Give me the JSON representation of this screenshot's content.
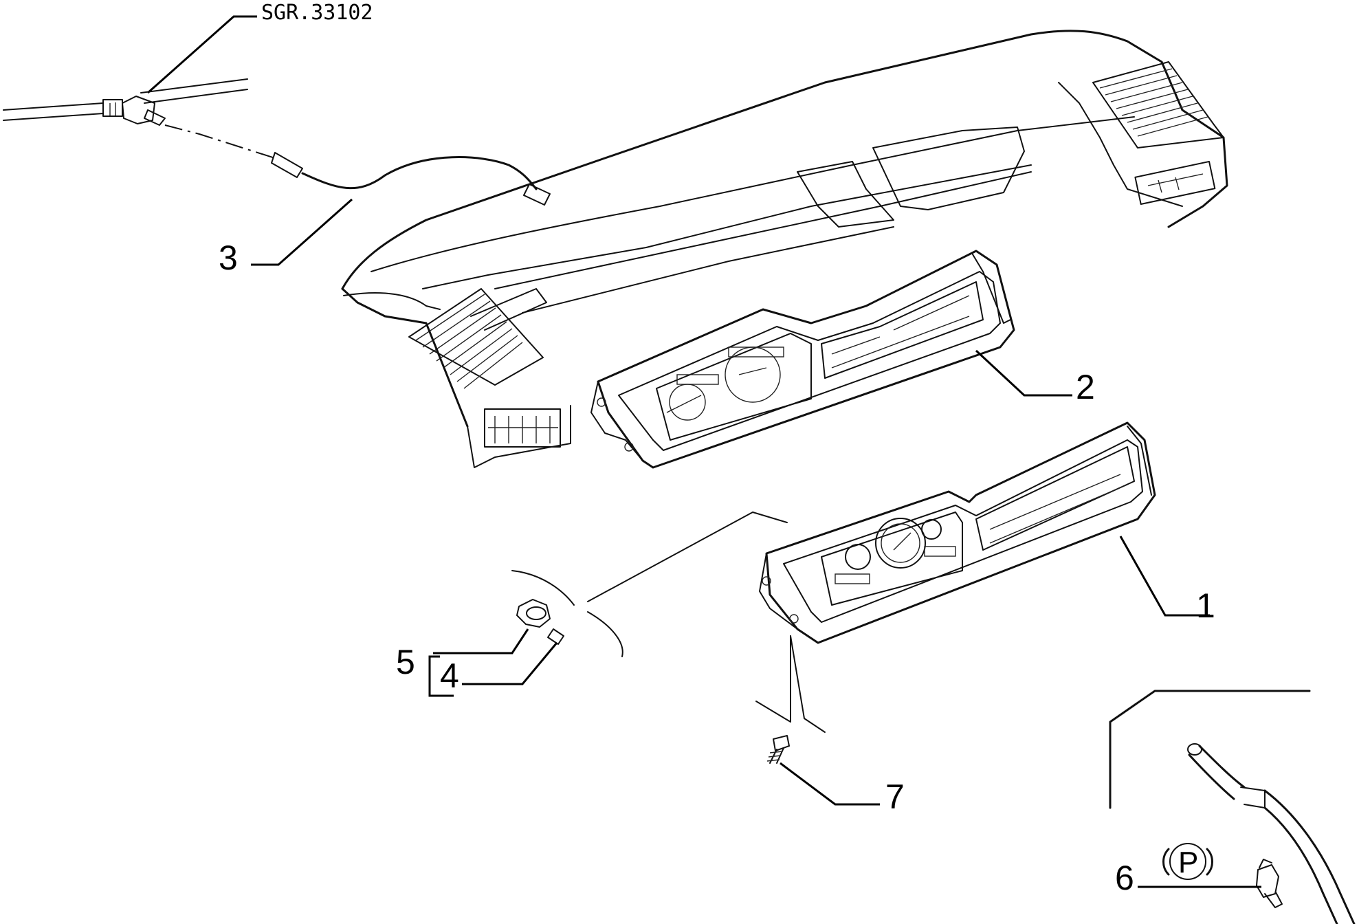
{
  "diagram": {
    "reference_code": "SGR.33102",
    "callouts": [
      "1",
      "2",
      "3",
      "4",
      "5",
      "6",
      "7"
    ],
    "parking_symbol": "P"
  }
}
